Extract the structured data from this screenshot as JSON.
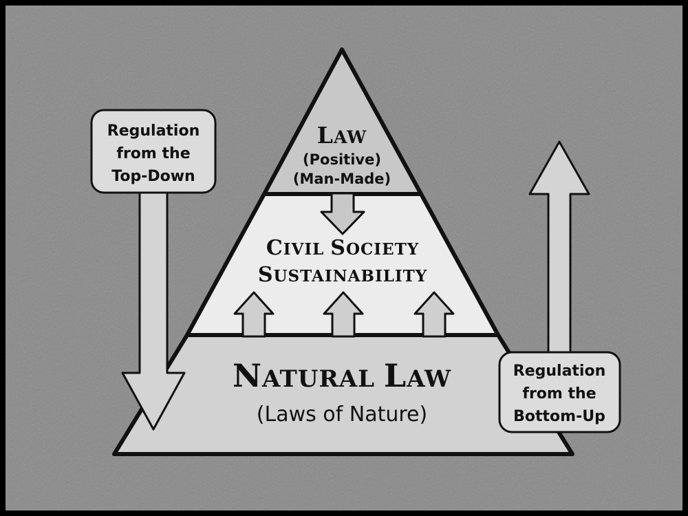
{
  "top": {
    "title_first": "L",
    "title_rest": "AW",
    "line1": "(Positive)",
    "line2": "(Man-Made)"
  },
  "middle": {
    "line1_a_first": "C",
    "line1_a_rest": "IVIL ",
    "line1_b_first": "S",
    "line1_b_rest": "OCIETY",
    "line2_first": "S",
    "line2_rest": "USTAINABILITY"
  },
  "base": {
    "title_a_first": "N",
    "title_a_rest": "ATURAL ",
    "title_b_first": "L",
    "title_b_rest": "AW",
    "subtitle": "(Laws of Nature)"
  },
  "left_box": {
    "line1": "Regulation",
    "line2": "from the",
    "line3": "Top-Down"
  },
  "right_box": {
    "line1": "Regulation",
    "line2": "from the",
    "line3": "Bottom-Up"
  },
  "colors": {
    "background": "#8a8a8a",
    "top_tier": "#c8c8c8",
    "middle_tier": "#ececec",
    "base_tier": "#d2d2d2",
    "arrow_fill": "#d4d4d4",
    "outline": "#111111"
  }
}
